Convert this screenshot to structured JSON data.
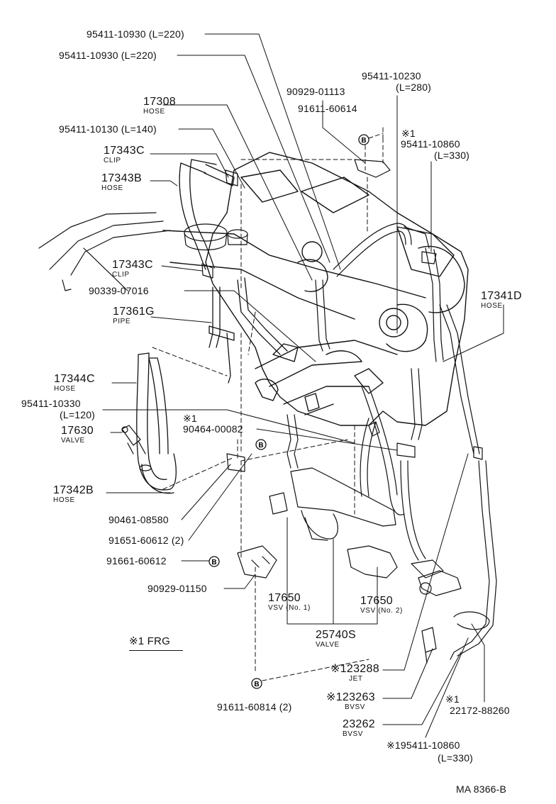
{
  "labels": {
    "p9541110930a": "95411-10930 (L=220)",
    "p9541110930b": "95411-10930 (L=220)",
    "p9541110230": "95411-10230",
    "p9541110230_len": "(L=280)",
    "p9092901113": "90929-01113",
    "p9161160614": "91611-60614",
    "p17308": "17308",
    "p17308_sub": "HOSE",
    "p9541110130": "95411-10130 (L=140)",
    "star1a": "※1",
    "p9541110860a": "95411-10860",
    "p9541110860a_len": "(L=330)",
    "p17343c1": "17343C",
    "p17343c1_sub": "CLIP",
    "p17343b": "17343B",
    "p17343b_sub": "HOSE",
    "p17343c2": "17343C",
    "p17343c2_sub": "CLIP",
    "p9033907016": "90339-07016",
    "p17341d": "17341D",
    "p17341d_sub": "HOSE",
    "p17361g": "17361G",
    "p17361g_sub": "PIPE",
    "p17344c": "17344C",
    "p17344c_sub": "HOSE",
    "p9541110330": "95411-10330",
    "p9541110330_len": "(L=120)",
    "star1b": "※1",
    "p9046400082": "90464-00082",
    "p17630": "17630",
    "p17630_sub": "VALVE",
    "p17342b": "17342B",
    "p17342b_sub": "HOSE",
    "p9046108580": "90461-08580",
    "p9165160612": "91651-60612 (2)",
    "p9166160612": "91661-60612",
    "p9092901150": "90929-01150",
    "p17650a": "17650",
    "p17650a_sub": "VSV (No. 1)",
    "p17650b": "17650",
    "p17650b_sub": "VSV (No. 2)",
    "p25740s": "25740S",
    "p25740s_sub": "VALVE",
    "frg": "※1 FRG",
    "p123288": "※123288",
    "p123288_sub": "JET",
    "p123263": "※123263",
    "p123263_sub": "BVSV",
    "star1c": "※1",
    "p2217288260": "22172-88260",
    "p23262": "23262",
    "p23262_sub": "BVSV",
    "p9161160814": "91611-60814 (2)",
    "p9541110860b": "※195411-10860",
    "p9541110860b_len": "(L=330)",
    "code": "MA 8366-B",
    "badge": "B"
  }
}
